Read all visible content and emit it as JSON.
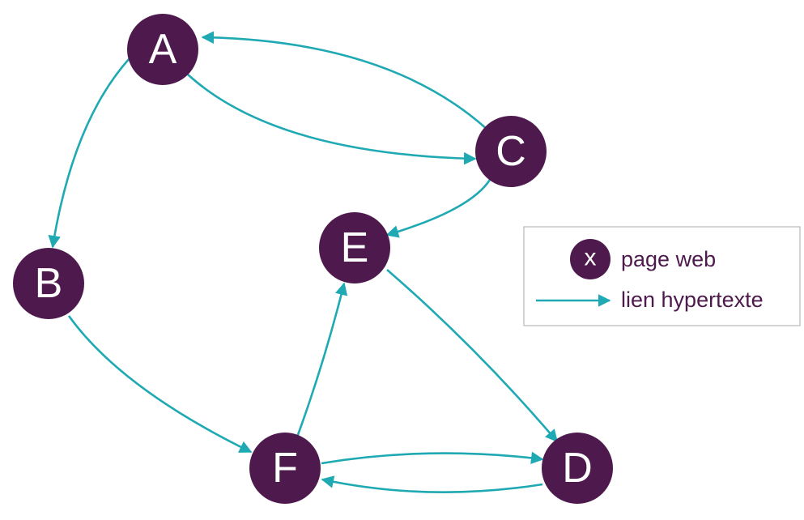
{
  "nodes": [
    {
      "id": "A",
      "label": "A"
    },
    {
      "id": "B",
      "label": "B"
    },
    {
      "id": "C",
      "label": "C"
    },
    {
      "id": "D",
      "label": "D"
    },
    {
      "id": "E",
      "label": "E"
    },
    {
      "id": "F",
      "label": "F"
    }
  ],
  "edges": [
    {
      "from": "A",
      "to": "B"
    },
    {
      "from": "A",
      "to": "C"
    },
    {
      "from": "C",
      "to": "A"
    },
    {
      "from": "C",
      "to": "E"
    },
    {
      "from": "B",
      "to": "F"
    },
    {
      "from": "F",
      "to": "E"
    },
    {
      "from": "E",
      "to": "D"
    },
    {
      "from": "F",
      "to": "D"
    },
    {
      "from": "D",
      "to": "F"
    }
  ],
  "legend": {
    "node_symbol": "x",
    "node_text": "page web",
    "link_text": "lien hypertexte"
  },
  "colors": {
    "node": "#4e1a4d",
    "edge": "#1fa9b3",
    "legend_text": "#4e1a4d"
  }
}
